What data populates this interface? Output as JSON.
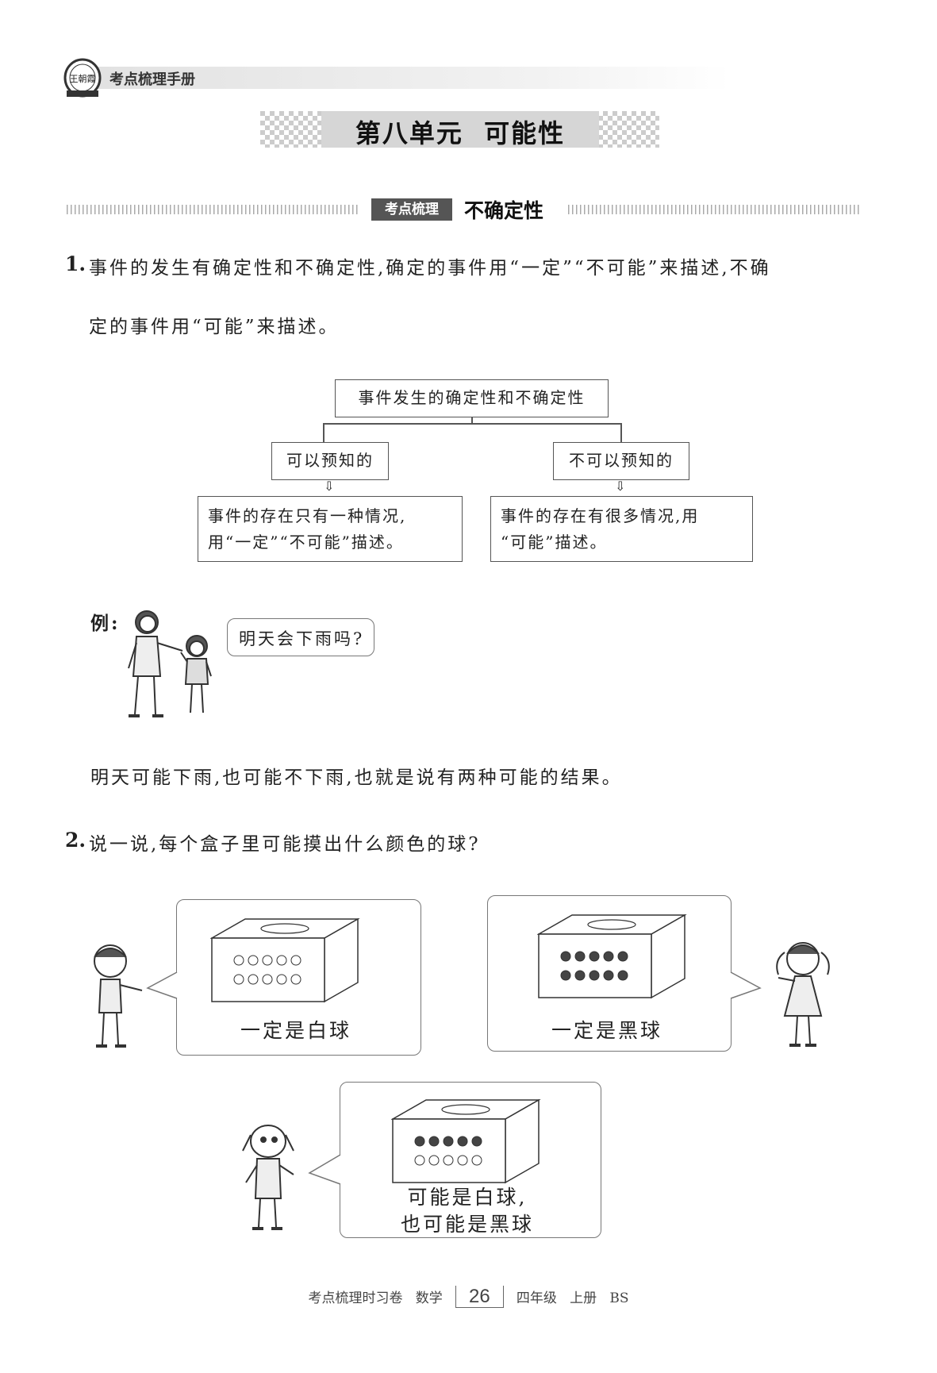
{
  "header": {
    "book_title": "考点梳理手册"
  },
  "unit_title": "第八单元  可能性",
  "section": {
    "tag": "考点梳理",
    "title": "不确定性"
  },
  "item1": {
    "number": "1.",
    "line1": "事件的发生有确定性和不确定性,确定的事件用“一定”“不可能”来描述,不确",
    "line2": "定的事件用“可能”来描述。"
  },
  "diagram": {
    "root": "事件发生的确定性和不确定性",
    "left_branch": "可以预知的",
    "right_branch": "不可以预知的",
    "left_leaf_line1": "事件的存在只有一种情况,",
    "left_leaf_line2": "用“一定”“不可能”描述。",
    "right_leaf_line1": "事件的存在有很多情况,用",
    "right_leaf_line2": "“可能”描述。",
    "arrow": "⇩"
  },
  "example": {
    "label": "例:",
    "speech": "明天会下雨吗?",
    "explanation": "明天可能下雨,也可能不下雨,也就是说有两种可能的结果。"
  },
  "item2": {
    "number": "2.",
    "question": "说一说,每个盒子里可能摸出什么颜色的球?",
    "boxes": [
      {
        "caption": "一定是白球",
        "top_row": "white",
        "bottom_row": "white"
      },
      {
        "caption": "一定是黑球",
        "top_row": "black",
        "bottom_row": "black"
      },
      {
        "caption_line1": "可能是白球,",
        "caption_line2": "也可能是黑球",
        "top_row": "black",
        "bottom_row": "white"
      }
    ]
  },
  "footer": {
    "series": "考点梳理时习卷",
    "subject": "数学",
    "page": "26",
    "grade": "四年级",
    "volume": "上册",
    "edition": "BS"
  },
  "colors": {
    "ball_black": "#444444",
    "tag_bg": "#555555"
  }
}
